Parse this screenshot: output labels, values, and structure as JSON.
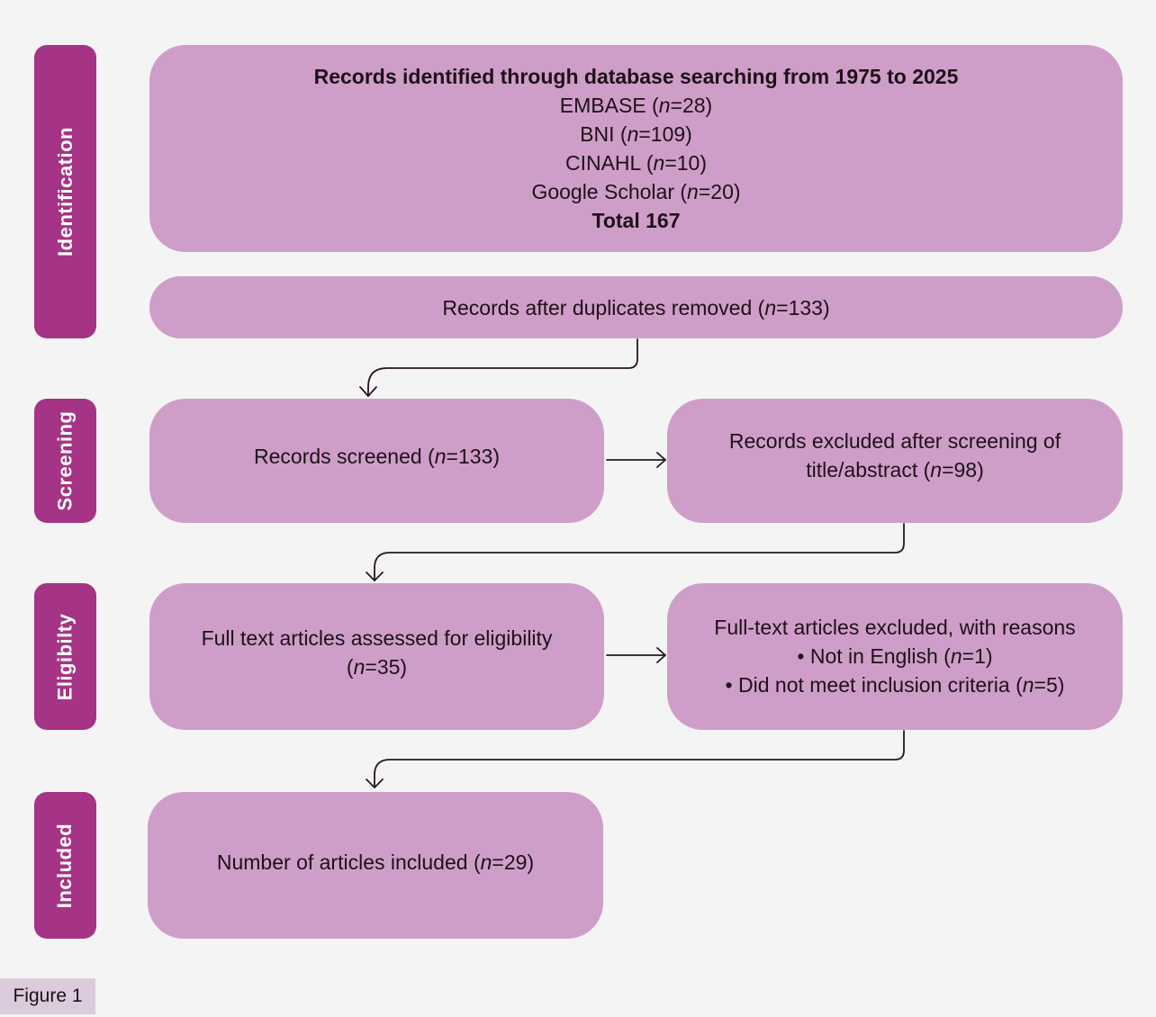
{
  "stages": [
    {
      "label": "Identification"
    },
    {
      "label": "Screening"
    },
    {
      "label": "Eligibilty"
    },
    {
      "label": "Included"
    }
  ],
  "identification": {
    "title": "Records identified through database searching from 1975 to 2025",
    "sources": [
      {
        "name": "EMBASE",
        "n_label": "n",
        "n": "28"
      },
      {
        "name": "BNI",
        "n_label": "n",
        "n": "109"
      },
      {
        "name": "CINAHL",
        "n_label": "n",
        "n": "10"
      },
      {
        "name": "Google Scholar",
        "n_label": "n",
        "n": "20"
      }
    ],
    "total": "Total 167"
  },
  "duplicates_removed": {
    "text": "Records after duplicates removed",
    "n_label": "n",
    "n": "133"
  },
  "screened": {
    "text": "Records screened",
    "n_label": "n",
    "n": "133"
  },
  "excluded_screening": {
    "text_line1": "Records excluded after screening of",
    "text_line2": "title/abstract",
    "n_label": "n",
    "n": "98"
  },
  "assessed": {
    "text_line1": "Full text articles assessed for eligibility",
    "n_label": "n",
    "n": "35"
  },
  "excluded_fulltext": {
    "title": "Full-text articles excluded, with reasons",
    "reasons": [
      {
        "bullet": "•",
        "text": "Not in English",
        "n_label": "n",
        "n": "1"
      },
      {
        "bullet": "•",
        "text": "Did not meet inclusion criteria",
        "n_label": "n",
        "n": "5"
      }
    ]
  },
  "included": {
    "text": "Number of articles included",
    "n_label": "n",
    "n": "29"
  },
  "caption": "Figure 1",
  "colors": {
    "stage": "#a53386",
    "box": "#cf9ec8",
    "background": "#f4f4f4",
    "caption_bg": "#dccbdc",
    "arrow": "#2a1424"
  }
}
